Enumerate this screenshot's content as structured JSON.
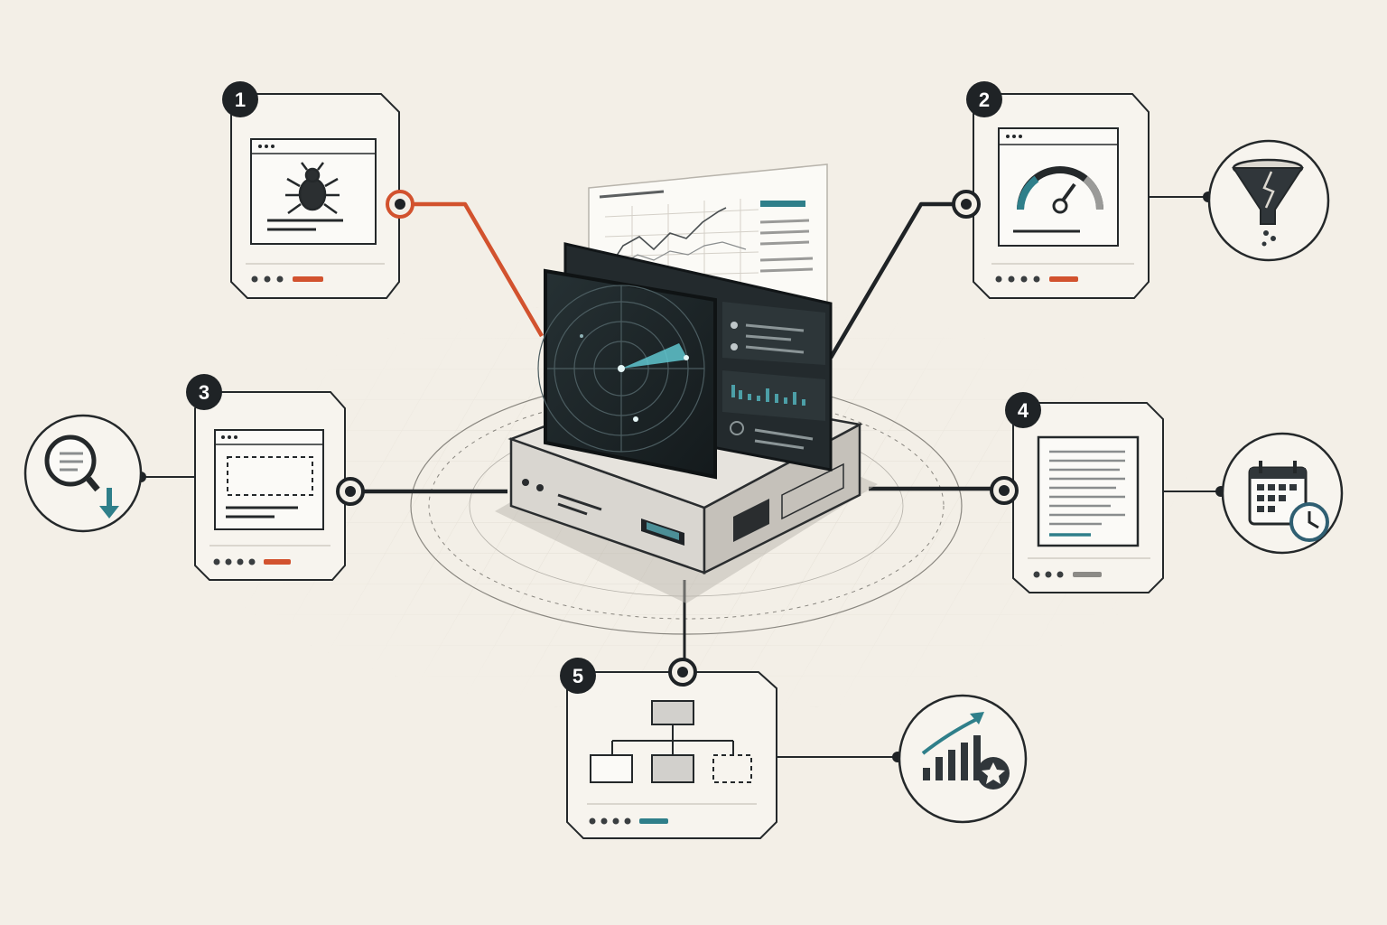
{
  "diagram": {
    "palette": {
      "background": "#f3efe7",
      "ink": "#1f2326",
      "accent_orange": "#d2522e",
      "accent_teal": "#2f7f8a",
      "screen_dark": "#1d2427",
      "device_grey": "#d7d4ce"
    },
    "hub": {
      "name": "central-monitoring-device",
      "screens": [
        "radar-screen",
        "dashboard-screen",
        "trend-chart-panel"
      ]
    },
    "steps": [
      {
        "number": "1",
        "card_icon": "bug-icon",
        "connector_color": "#d2522e",
        "indicator_color": "#d2522e"
      },
      {
        "number": "2",
        "card_icon": "speedometer-icon",
        "side_icon": "leaky-funnel-icon",
        "connector_color": "#1f2326",
        "indicator_color": "#d2522e"
      },
      {
        "number": "3",
        "card_icon": "placeholder-box-icon",
        "side_icon": "search-download-icon",
        "connector_color": "#1f2326",
        "indicator_color": "#d2522e"
      },
      {
        "number": "4",
        "card_icon": "document-icon",
        "side_icon": "calendar-clock-icon",
        "connector_color": "#1f2326",
        "indicator_color": "#8c8a86"
      },
      {
        "number": "5",
        "card_icon": "hierarchy-icon",
        "side_icon": "growth-star-icon",
        "connector_color": "#1f2326",
        "indicator_color": "#2f7f8a"
      }
    ]
  }
}
